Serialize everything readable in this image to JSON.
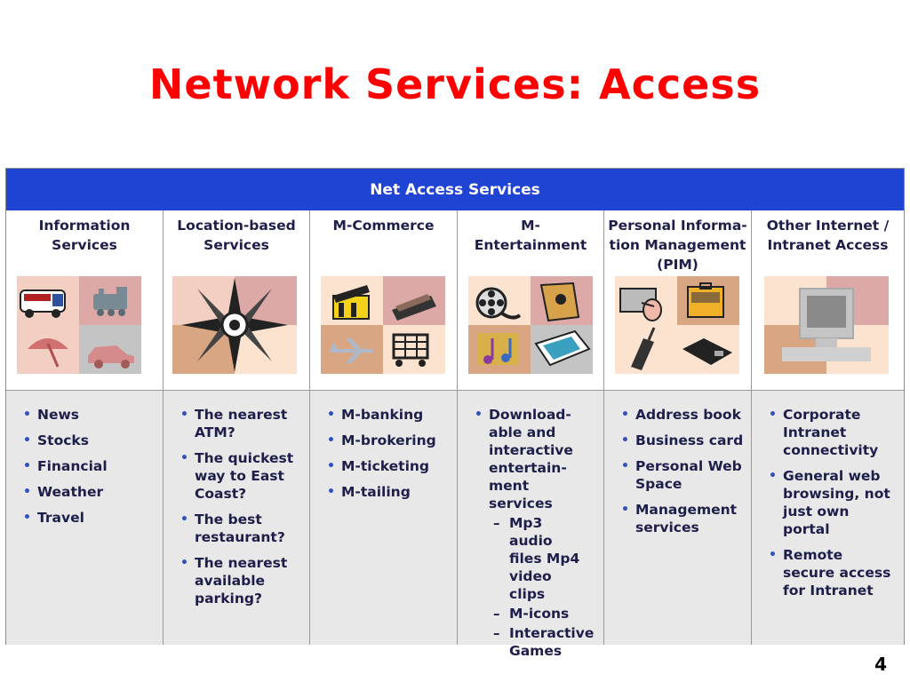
{
  "slide": {
    "title": "Network Services: Access",
    "page_number": "4"
  },
  "table": {
    "header": "Net Access Services",
    "columns": [
      {
        "name_line1": "Information",
        "name_line2": "Services",
        "name_line3": "",
        "items": [
          "News",
          "Stocks",
          "Financial",
          "Weather",
          "Travel"
        ]
      },
      {
        "name_line1": "Location-based",
        "name_line2": "Services",
        "name_line3": "",
        "items": [
          "The nearest ATM?",
          "The quickest way to East Coast?",
          "The best restaurant?",
          "The nearest available parking?"
        ]
      },
      {
        "name_line1": "M-Commerce",
        "name_line2": "",
        "name_line3": "",
        "items": [
          "M-banking",
          "M-brokering",
          "M-ticketing",
          "M-tailing"
        ]
      },
      {
        "name_line1": "M-",
        "name_line2": "Entertainment",
        "name_line3": "",
        "items": [
          "Download-able and interactive entertain-ment services"
        ],
        "subitems": [
          "Mp3 audio files Mp4 video clips",
          "M-icons",
          "Interactive Games"
        ]
      },
      {
        "name_line1": "Personal Informa-",
        "name_line2": "tion Management",
        "name_line3": "(PIM)",
        "items": [
          "Address book",
          "Business card",
          "Personal Web Space",
          "Management services"
        ]
      },
      {
        "name_line1": "Other Internet /",
        "name_line2": "Intranet Access",
        "name_line3": "",
        "items": [
          "Corporate Intranet connectivity",
          "General web browsing, not just own portal",
          "Remote secure access for Intranet"
        ]
      }
    ]
  },
  "colors": {
    "title": "#ff0000",
    "header_bg": "#1f44d4",
    "body_bg": "#e8e8e8",
    "tile_pink": "#f2cfc2",
    "tile_rose": "#dca9a6",
    "tile_tan": "#d9a683",
    "tile_gray": "#c4c4c4",
    "tile_peach": "#fbe3cf"
  },
  "icons": [
    "cargo-truck-icon",
    "train-icon",
    "umbrella-icon",
    "car-icon",
    "compass-rose-icon",
    "clapperboard-icon",
    "wallet-icon",
    "airplane-icon",
    "shopping-cart-icon",
    "film-reel-icon",
    "puzzle-icon",
    "music-notes-icon",
    "map-icon",
    "mouse-hand-icon",
    "briefcase-icon",
    "cell-phone-icon",
    "pager-icon",
    "computer-icon"
  ]
}
